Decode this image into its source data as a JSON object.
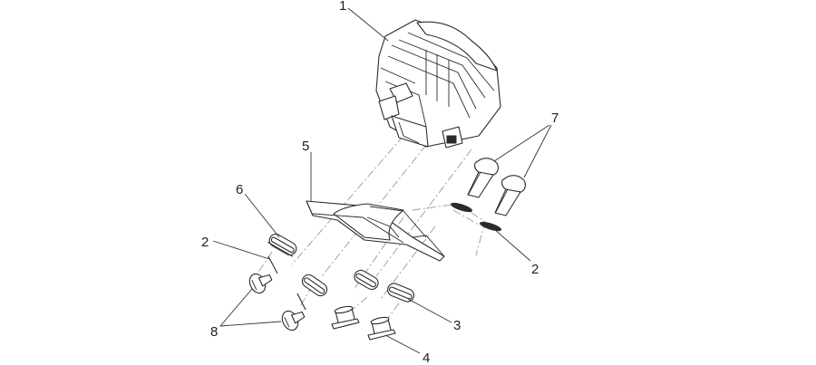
{
  "callouts": [
    {
      "id": "c1a",
      "text": "1"
    },
    {
      "id": "c2a",
      "text": "2"
    },
    {
      "id": "c2b",
      "text": "2"
    },
    {
      "id": "c3",
      "text": "3"
    },
    {
      "id": "c4",
      "text": "4"
    },
    {
      "id": "c5",
      "text": "5"
    },
    {
      "id": "c6",
      "text": "6"
    },
    {
      "id": "c7",
      "text": "7"
    },
    {
      "id": "c8",
      "text": "8"
    }
  ],
  "colors": {
    "line": "#2b2b2b",
    "centerline": "#9a9a9a",
    "background": "#ffffff"
  }
}
